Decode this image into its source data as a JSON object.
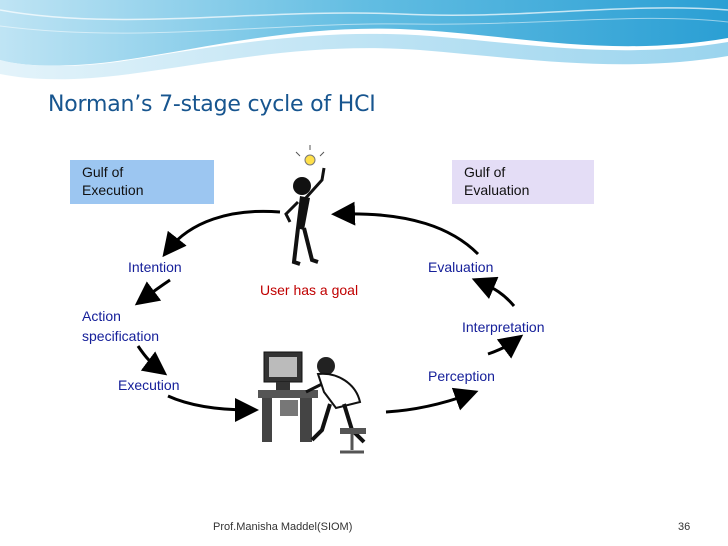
{
  "slide": {
    "title": "Norman’s 7-stage cycle of HCI",
    "footer_author": "Prof.Manisha Maddel(SIOM)",
    "page_number": "36"
  },
  "diagram": {
    "gulf_execution": [
      "Gulf of",
      "Execution"
    ],
    "gulf_evaluation": [
      "Gulf of",
      "Evaluation"
    ],
    "goal": "User has a goal",
    "stages": {
      "intention": "Intention",
      "action_specification": [
        "Action",
        "specification"
      ],
      "execution": "Execution",
      "evaluation": "Evaluation",
      "interpretation": "Interpretation",
      "perception": "Perception"
    }
  },
  "colors": {
    "title": "#17558f",
    "stage_text": "#16209a",
    "goal_text": "#c00000",
    "gulf_execution_bg": "#9cc6f1",
    "gulf_evaluation_bg": "#e4ddf6",
    "wave": "#3fa7d6"
  }
}
